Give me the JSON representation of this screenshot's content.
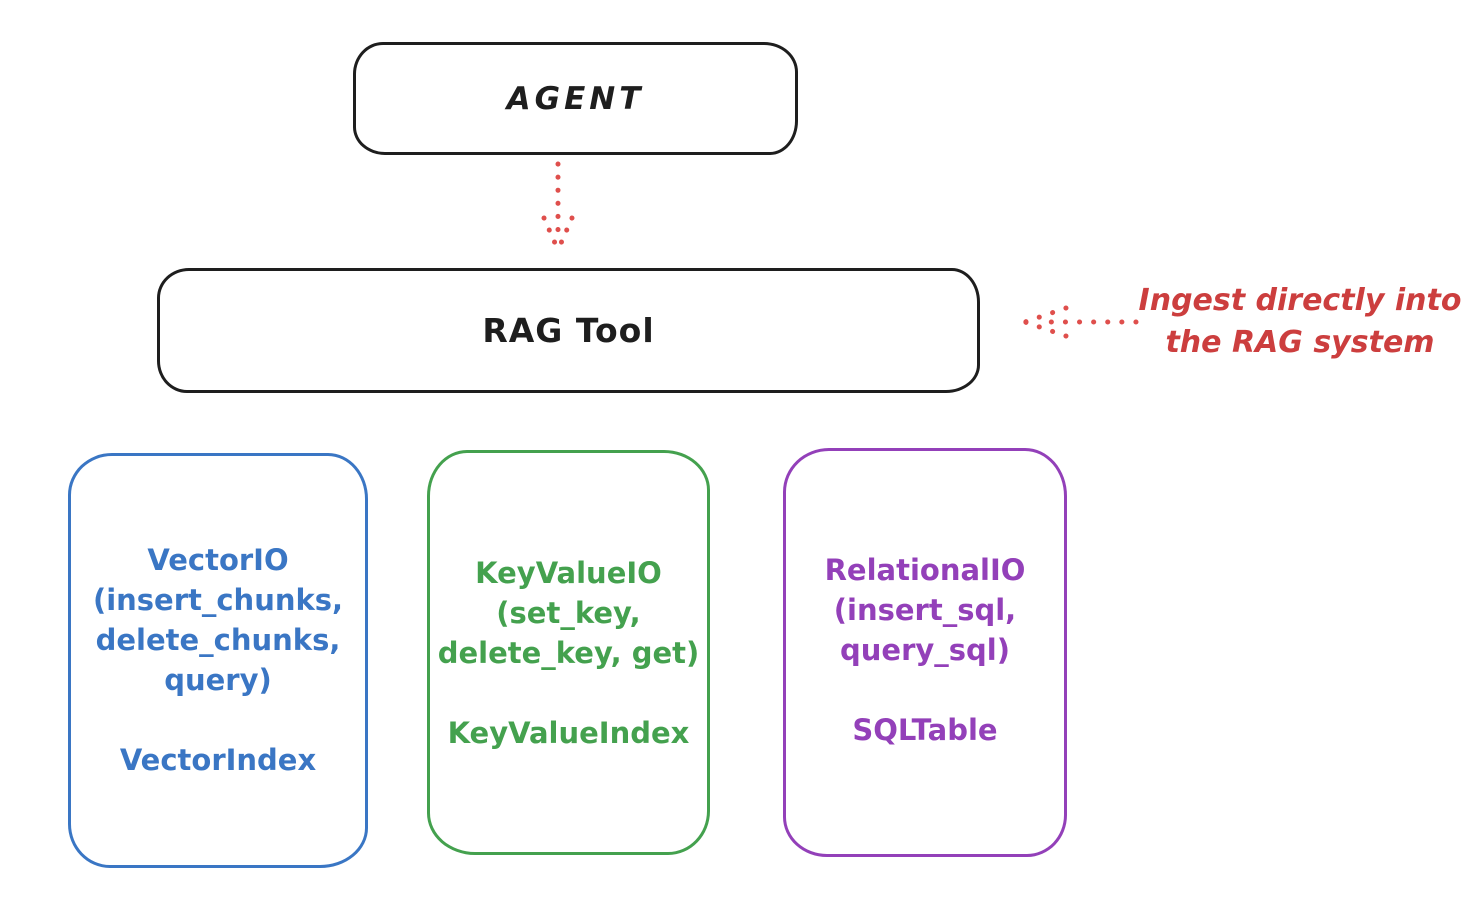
{
  "colors": {
    "ink": "#1e1e1e",
    "red_text": "#cc3e3e",
    "red_dots": "#df4f4c",
    "blue": "#3a76c4",
    "green": "#44a14e",
    "purple": "#9340b9",
    "background": "#ffffff"
  },
  "agent_box": {
    "label": "AGENT"
  },
  "rag_tool_box": {
    "label": "RAG Tool"
  },
  "annotation": {
    "line1": "Ingest directly into",
    "line2": "the RAG system"
  },
  "icons": {
    "agent_to_rag": "dotted-arrow-down",
    "annotation_pointer": "dotted-arrow-left"
  },
  "io_boxes": [
    {
      "name": "vector-io",
      "color": "#3a76c4",
      "lines": [
        "VectorIO",
        "(insert_chunks,",
        "delete_chunks,",
        "query)"
      ],
      "index_label": "VectorIndex"
    },
    {
      "name": "keyvalue-io",
      "color": "#44a14e",
      "lines": [
        "KeyValueIO",
        "(set_key,",
        "delete_key, get)"
      ],
      "index_label": "KeyValueIndex"
    },
    {
      "name": "relational-io",
      "color": "#9340b9",
      "lines": [
        "RelationalIO",
        "(insert_sql,",
        "query_sql)"
      ],
      "index_label": "SQLTable"
    }
  ]
}
